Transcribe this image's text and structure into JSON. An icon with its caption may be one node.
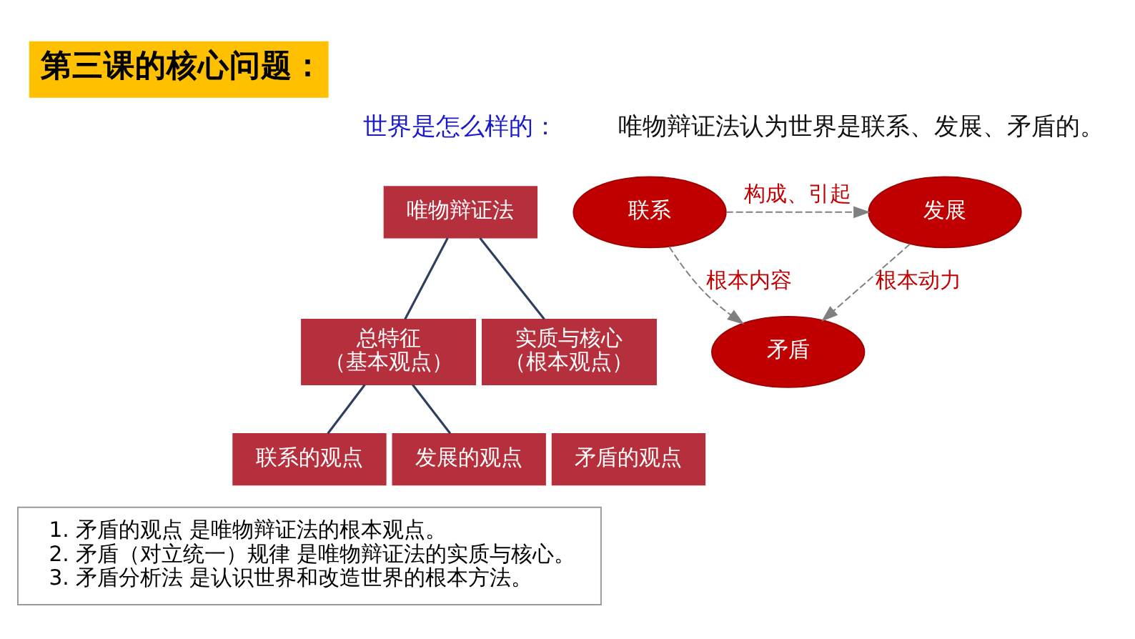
{
  "diagram": {
    "title": "第三课的核心问题：",
    "nodes": [
      {
        "text": [
          "唯物辩证法"
        ]
      },
      {
        "text": [
          "总特征",
          "（基本观点）"
        ]
      },
      {
        "text": [
          "联系的观点"
        ]
      },
      {
        "text": [
          "发展的观点"
        ]
      },
      {
        "text": [
          "实质与核心",
          "（根本观点）"
        ]
      },
      {
        "text": [
          "矛盾的观点"
        ]
      },
      {
        "text": [
          "联系"
        ]
      },
      {
        "text": [
          "发展"
        ]
      },
      {
        "text": [
          "矛盾"
        ]
      },
      {
        "text": [
          "1. 矛盾的观点 是唯物辩证法的根本观点。",
          "2. 矛盾（对立统一）规律 是唯物辩证法的实质与核心。",
          "3. 矛盾分析法 是认识世界和改造世界的根本方法。"
        ]
      }
    ],
    "edges": [
      {
        "from": 0,
        "to": 1,
        "arrow": "none"
      },
      {
        "from": 0,
        "to": 4,
        "arrow": "none"
      },
      {
        "from": 1,
        "to": 2,
        "arrow": "none"
      },
      {
        "from": 1,
        "to": 3,
        "arrow": "none"
      },
      {
        "from": 6,
        "to": 7,
        "arrow": "to",
        "label": "构成、引起",
        "style": "dashed",
        "color": "#808080"
      },
      {
        "from": 6,
        "to": 8,
        "arrow": "to",
        "label": "根本内容",
        "style": "dashed",
        "color": "#808080"
      },
      {
        "from": 7,
        "to": 8,
        "arrow": "to",
        "label": "根本动力",
        "style": "dashed",
        "color": "#808080"
      }
    ],
    "labels": [
      "世界是怎么样的：",
      "唯物辩证法认为世界是联系、发展、矛盾的。"
    ]
  }
}
